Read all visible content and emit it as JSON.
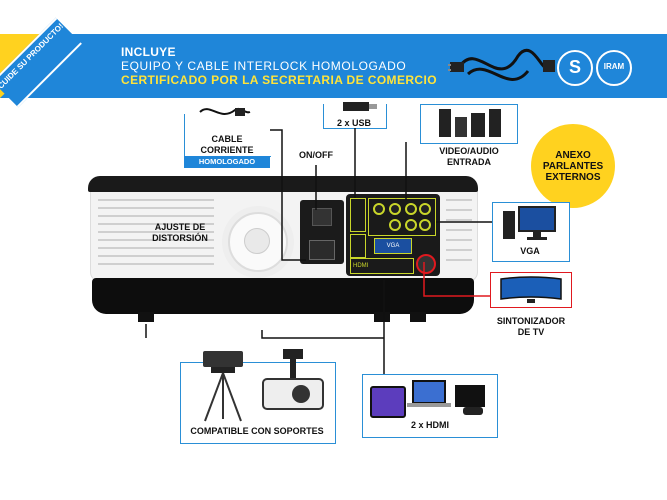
{
  "banner": {
    "ribbon": "CUIDE SU PRODUCTO!",
    "line1": "INCLUYE",
    "line2": "EQUIPO Y CABLE INTERLOCK HOMOLOGADO",
    "line3": "CERTIFICADO POR LA SECRETARIA DE COMERCIO",
    "seal1": "S",
    "seal2": "IRAM"
  },
  "labels": {
    "cable": "CABLE\nCORRIENTE",
    "homologado": "HOMOLOGADO",
    "onoff": "ON/OFF",
    "usb": "2 x USB",
    "video": "VIDEO/AUDIO\nENTRADA",
    "anexo": "ANEXO\nPARLANTES\nEXTERNOS",
    "ajuste": "AJUSTE DE\nDISTORSIÓN",
    "vga": "VGA",
    "tv": "SINTONIZADOR\nDE TV",
    "soportes": "COMPATIBLE CON SOPORTES",
    "hdmi": "2 x HDMI",
    "port_vga": "VGA",
    "port_hdmi": "HDMI"
  },
  "colors": {
    "banner_blue": "#1f86d9",
    "yellow": "#ffd21f",
    "box_blue": "#2a8fd6",
    "red_line": "#e0191f",
    "panel_green": "#c9d62a"
  }
}
